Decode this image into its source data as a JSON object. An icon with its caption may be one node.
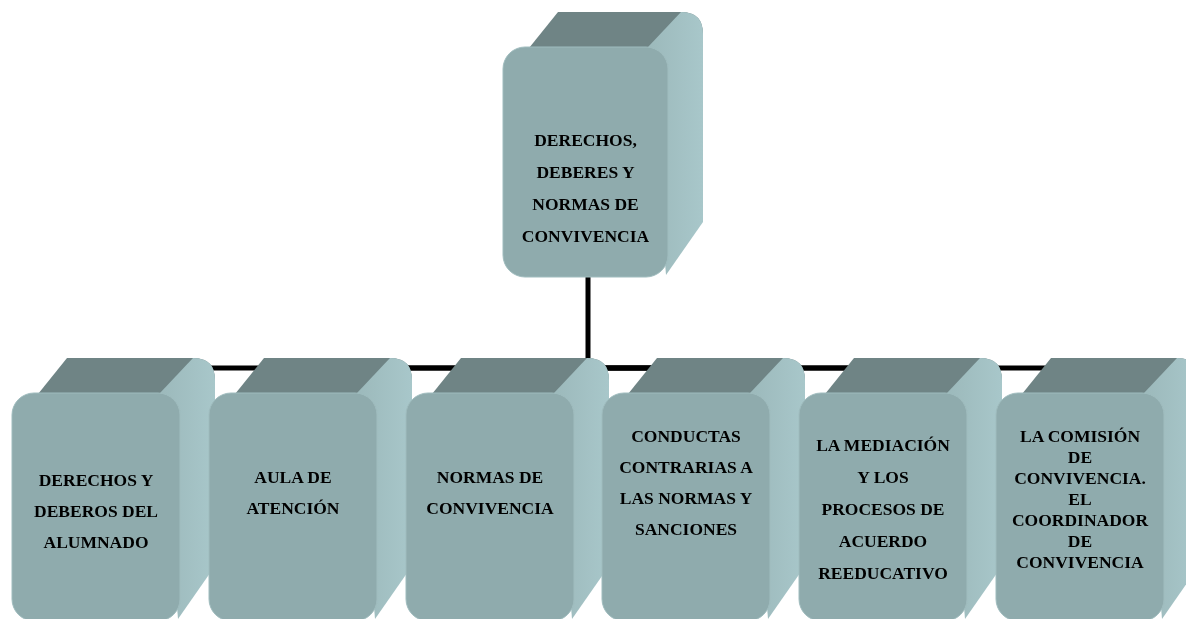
{
  "diagram": {
    "nodes": [
      {
        "text": [
          "DERECHOS, DEBERES Y NORMAS DE CONVIVENCIA"
        ]
      },
      {
        "text": [
          "DERECHOS Y DEBEROS DEL ALUMNADO"
        ]
      },
      {
        "text": [
          "AULA DE ATENCIÓN"
        ]
      },
      {
        "text": [
          "NORMAS DE CONVIVENCIA"
        ]
      },
      {
        "text": [
          "CONDUCTAS CONTRARIAS A LAS NORMAS Y SANCIONES"
        ]
      },
      {
        "text": [
          "LA MEDIACIÓN Y LOS PROCESOS DE ACUERDO REEDUCATIVO"
        ]
      },
      {
        "text": [
          "LA COMISIÓN DE CONVIVENCIA. EL COORDINADOR DE CONVIVENCIA"
        ]
      }
    ],
    "edges": [
      {
        "from": 0,
        "to": 1,
        "arrow": "none"
      },
      {
        "from": 0,
        "to": 2,
        "arrow": "none"
      },
      {
        "from": 0,
        "to": 3,
        "arrow": "none"
      },
      {
        "from": 0,
        "to": 4,
        "arrow": "none"
      },
      {
        "from": 0,
        "to": 5,
        "arrow": "none"
      },
      {
        "from": 0,
        "to": 6,
        "arrow": "none"
      }
    ]
  }
}
